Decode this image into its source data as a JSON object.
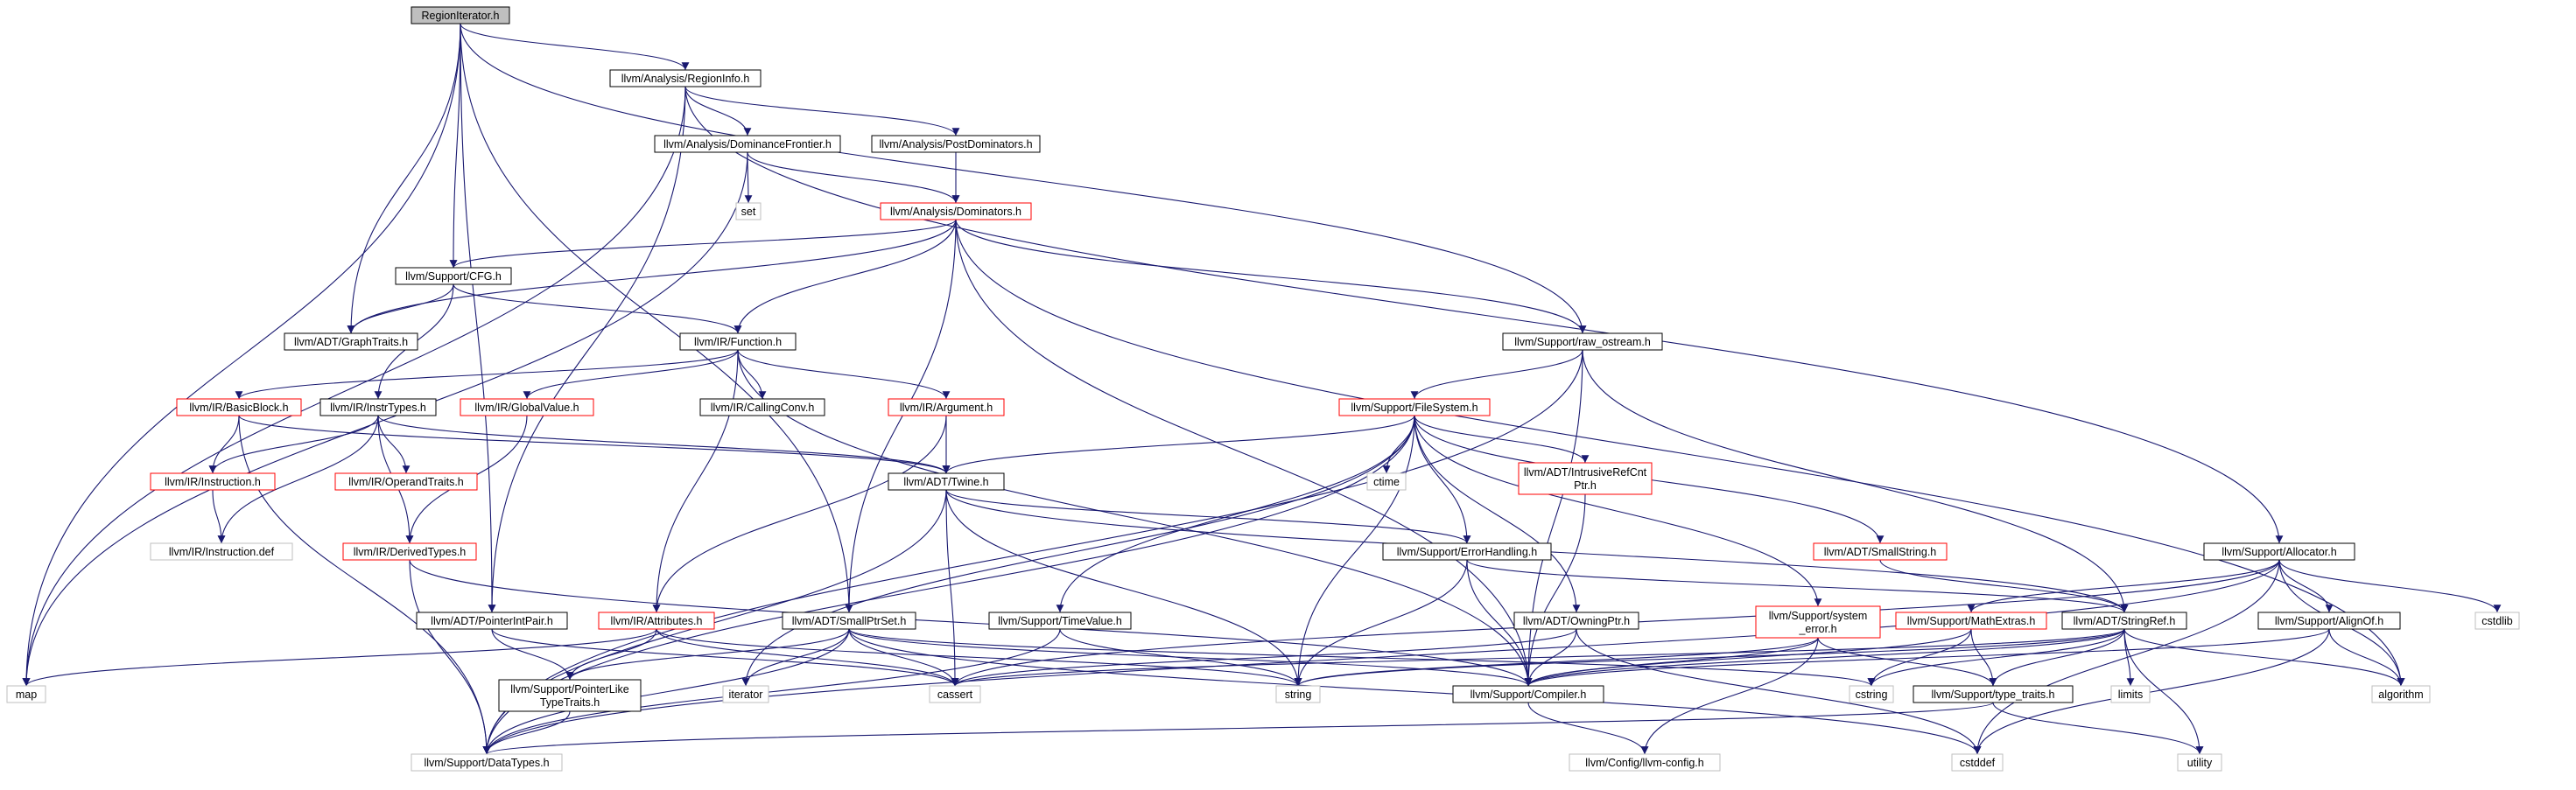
{
  "nodes": [
    {
      "id": "regioniterator",
      "lines": [
        "RegionIterator.h"
      ],
      "style": "root"
    },
    {
      "id": "regioninfo",
      "lines": [
        "llvm/Analysis/RegionInfo.h"
      ],
      "style": "black"
    },
    {
      "id": "dominancefrontier",
      "lines": [
        "llvm/Analysis/DominanceFrontier.h"
      ],
      "style": "black"
    },
    {
      "id": "postdominators",
      "lines": [
        "llvm/Analysis/PostDominators.h"
      ],
      "style": "black"
    },
    {
      "id": "set",
      "lines": [
        "set"
      ],
      "style": "grey"
    },
    {
      "id": "dominators",
      "lines": [
        "llvm/Analysis/Dominators.h"
      ],
      "style": "red"
    },
    {
      "id": "cfg",
      "lines": [
        "llvm/Support/CFG.h"
      ],
      "style": "black"
    },
    {
      "id": "graphtraits",
      "lines": [
        "llvm/ADT/GraphTraits.h"
      ],
      "style": "black"
    },
    {
      "id": "function",
      "lines": [
        "llvm/IR/Function.h"
      ],
      "style": "black"
    },
    {
      "id": "raw_ostream",
      "lines": [
        "llvm/Support/raw_ostream.h"
      ],
      "style": "black"
    },
    {
      "id": "basicblock",
      "lines": [
        "llvm/IR/BasicBlock.h"
      ],
      "style": "red"
    },
    {
      "id": "instrtypes",
      "lines": [
        "llvm/IR/InstrTypes.h"
      ],
      "style": "black"
    },
    {
      "id": "globalvalue",
      "lines": [
        "llvm/IR/GlobalValue.h"
      ],
      "style": "red"
    },
    {
      "id": "callingconv",
      "lines": [
        "llvm/IR/CallingConv.h"
      ],
      "style": "black"
    },
    {
      "id": "argument",
      "lines": [
        "llvm/IR/Argument.h"
      ],
      "style": "red"
    },
    {
      "id": "filesystem",
      "lines": [
        "llvm/Support/FileSystem.h"
      ],
      "style": "red"
    },
    {
      "id": "instruction",
      "lines": [
        "llvm/IR/Instruction.h"
      ],
      "style": "red"
    },
    {
      "id": "operandtraits",
      "lines": [
        "llvm/IR/OperandTraits.h"
      ],
      "style": "red"
    },
    {
      "id": "twine",
      "lines": [
        "llvm/ADT/Twine.h"
      ],
      "style": "black"
    },
    {
      "id": "ctime",
      "lines": [
        "ctime"
      ],
      "style": "grey"
    },
    {
      "id": "intrusiverefcntptr",
      "lines": [
        "llvm/ADT/IntrusiveRefCnt",
        "Ptr.h"
      ],
      "style": "red"
    },
    {
      "id": "instructiondef",
      "lines": [
        "llvm/IR/Instruction.def"
      ],
      "style": "grey"
    },
    {
      "id": "derivedtypes",
      "lines": [
        "llvm/IR/DerivedTypes.h"
      ],
      "style": "red"
    },
    {
      "id": "errorhandling",
      "lines": [
        "llvm/Support/ErrorHandling.h"
      ],
      "style": "black"
    },
    {
      "id": "smallstring",
      "lines": [
        "llvm/ADT/SmallString.h"
      ],
      "style": "red"
    },
    {
      "id": "allocator",
      "lines": [
        "llvm/Support/Allocator.h"
      ],
      "style": "black"
    },
    {
      "id": "pointerintpair",
      "lines": [
        "llvm/ADT/PointerIntPair.h"
      ],
      "style": "black"
    },
    {
      "id": "attributes",
      "lines": [
        "llvm/IR/Attributes.h"
      ],
      "style": "red"
    },
    {
      "id": "smallptrset",
      "lines": [
        "llvm/ADT/SmallPtrSet.h"
      ],
      "style": "black"
    },
    {
      "id": "timevalue",
      "lines": [
        "llvm/Support/TimeValue.h"
      ],
      "style": "black"
    },
    {
      "id": "owningptr",
      "lines": [
        "llvm/ADT/OwningPtr.h"
      ],
      "style": "black"
    },
    {
      "id": "system_error",
      "lines": [
        "llvm/Support/system",
        "_error.h"
      ],
      "style": "red"
    },
    {
      "id": "mathextras",
      "lines": [
        "llvm/Support/MathExtras.h"
      ],
      "style": "red"
    },
    {
      "id": "stringref",
      "lines": [
        "llvm/ADT/StringRef.h"
      ],
      "style": "black"
    },
    {
      "id": "alignof",
      "lines": [
        "llvm/Support/AlignOf.h"
      ],
      "style": "black"
    },
    {
      "id": "cstdlib",
      "lines": [
        "cstdlib"
      ],
      "style": "grey"
    },
    {
      "id": "map",
      "lines": [
        "map"
      ],
      "style": "grey"
    },
    {
      "id": "pointerliketypetraits",
      "lines": [
        "llvm/Support/PointerLike",
        "TypeTraits.h"
      ],
      "style": "black"
    },
    {
      "id": "iterator",
      "lines": [
        "iterator"
      ],
      "style": "grey"
    },
    {
      "id": "cassert",
      "lines": [
        "cassert"
      ],
      "style": "grey"
    },
    {
      "id": "string",
      "lines": [
        "string"
      ],
      "style": "grey"
    },
    {
      "id": "compiler",
      "lines": [
        "llvm/Support/Compiler.h"
      ],
      "style": "black"
    },
    {
      "id": "cstring",
      "lines": [
        "cstring"
      ],
      "style": "grey"
    },
    {
      "id": "type_traits",
      "lines": [
        "llvm/Support/type_traits.h"
      ],
      "style": "black"
    },
    {
      "id": "limits",
      "lines": [
        "limits"
      ],
      "style": "grey"
    },
    {
      "id": "algorithm",
      "lines": [
        "algorithm"
      ],
      "style": "grey"
    },
    {
      "id": "datatypes",
      "lines": [
        "llvm/Support/DataTypes.h"
      ],
      "style": "grey"
    },
    {
      "id": "llvmconfig",
      "lines": [
        "llvm/Config/llvm-config.h"
      ],
      "style": "grey"
    },
    {
      "id": "cstddef",
      "lines": [
        "cstddef"
      ],
      "style": "grey"
    },
    {
      "id": "utility",
      "lines": [
        "utility"
      ],
      "style": "grey"
    }
  ],
  "edges": [
    [
      "regioniterator",
      "regioninfo"
    ],
    [
      "regioniterator",
      "graphtraits"
    ],
    [
      "regioniterator",
      "cfg"
    ],
    [
      "regioniterator",
      "smallptrset"
    ],
    [
      "regioniterator",
      "raw_ostream"
    ],
    [
      "regioniterator",
      "pointerintpair"
    ],
    [
      "regioniterator",
      "map"
    ],
    [
      "regioninfo",
      "dominancefrontier"
    ],
    [
      "regioninfo",
      "postdominators"
    ],
    [
      "regioninfo",
      "pointerintpair"
    ],
    [
      "regioninfo",
      "allocator"
    ],
    [
      "regioninfo",
      "map"
    ],
    [
      "dominancefrontier",
      "dominators"
    ],
    [
      "dominancefrontier",
      "set"
    ],
    [
      "dominancefrontier",
      "map"
    ],
    [
      "postdominators",
      "dominators"
    ],
    [
      "dominators",
      "cfg"
    ],
    [
      "dominators",
      "graphtraits"
    ],
    [
      "dominators",
      "function"
    ],
    [
      "dominators",
      "raw_ostream"
    ],
    [
      "dominators",
      "smallptrset"
    ],
    [
      "dominators",
      "compiler"
    ],
    [
      "dominators",
      "algorithm"
    ],
    [
      "cfg",
      "graphtraits"
    ],
    [
      "cfg",
      "function"
    ],
    [
      "cfg",
      "instrtypes"
    ],
    [
      "function",
      "basicblock"
    ],
    [
      "function",
      "globalvalue"
    ],
    [
      "function",
      "callingconv"
    ],
    [
      "function",
      "argument"
    ],
    [
      "function",
      "attributes"
    ],
    [
      "function",
      "compiler"
    ],
    [
      "raw_ostream",
      "filesystem"
    ],
    [
      "raw_ostream",
      "compiler"
    ],
    [
      "raw_ostream",
      "stringref"
    ],
    [
      "raw_ostream",
      "datatypes"
    ],
    [
      "basicblock",
      "instruction"
    ],
    [
      "basicblock",
      "twine"
    ],
    [
      "basicblock",
      "datatypes"
    ],
    [
      "instrtypes",
      "instruction"
    ],
    [
      "instrtypes",
      "operandtraits"
    ],
    [
      "instrtypes",
      "derivedtypes"
    ],
    [
      "instrtypes",
      "twine"
    ],
    [
      "instrtypes",
      "instructiondef"
    ],
    [
      "globalvalue",
      "derivedtypes"
    ],
    [
      "argument",
      "twine"
    ],
    [
      "argument",
      "attributes"
    ],
    [
      "instruction",
      "instructiondef"
    ],
    [
      "filesystem",
      "twine"
    ],
    [
      "filesystem",
      "ctime"
    ],
    [
      "filesystem",
      "intrusiverefcntptr"
    ],
    [
      "filesystem",
      "smallstring"
    ],
    [
      "filesystem",
      "errorhandling"
    ],
    [
      "filesystem",
      "owningptr"
    ],
    [
      "filesystem",
      "system_error"
    ],
    [
      "filesystem",
      "timevalue"
    ],
    [
      "filesystem",
      "iterator"
    ],
    [
      "filesystem",
      "string"
    ],
    [
      "filesystem",
      "datatypes"
    ],
    [
      "twine",
      "errorhandling"
    ],
    [
      "twine",
      "stringref"
    ],
    [
      "twine",
      "cassert"
    ],
    [
      "twine",
      "string"
    ],
    [
      "twine",
      "datatypes"
    ],
    [
      "derivedtypes",
      "compiler"
    ],
    [
      "derivedtypes",
      "datatypes"
    ],
    [
      "intrusiverefcntptr",
      "compiler"
    ],
    [
      "errorhandling",
      "stringref"
    ],
    [
      "errorhandling",
      "compiler"
    ],
    [
      "errorhandling",
      "string"
    ],
    [
      "smallstring",
      "stringref"
    ],
    [
      "allocator",
      "mathextras"
    ],
    [
      "allocator",
      "alignof"
    ],
    [
      "allocator",
      "cstdlib"
    ],
    [
      "allocator",
      "algorithm"
    ],
    [
      "allocator",
      "cassert"
    ],
    [
      "allocator",
      "cstddef"
    ],
    [
      "allocator",
      "datatypes"
    ],
    [
      "pointerintpair",
      "pointerliketypetraits"
    ],
    [
      "pointerintpair",
      "cassert"
    ],
    [
      "attributes",
      "pointerliketypetraits"
    ],
    [
      "attributes",
      "cassert"
    ],
    [
      "attributes",
      "map"
    ],
    [
      "attributes",
      "string"
    ],
    [
      "smallptrset",
      "pointerliketypetraits"
    ],
    [
      "smallptrset",
      "iterator"
    ],
    [
      "smallptrset",
      "cassert"
    ],
    [
      "smallptrset",
      "compiler"
    ],
    [
      "smallptrset",
      "cstring"
    ],
    [
      "smallptrset",
      "cstddef"
    ],
    [
      "smallptrset",
      "datatypes"
    ],
    [
      "timevalue",
      "string"
    ],
    [
      "timevalue",
      "datatypes"
    ],
    [
      "owningptr",
      "compiler"
    ],
    [
      "owningptr",
      "cassert"
    ],
    [
      "owningptr",
      "cstddef"
    ],
    [
      "system_error",
      "compiler"
    ],
    [
      "system_error",
      "string"
    ],
    [
      "system_error",
      "type_traits"
    ],
    [
      "system_error",
      "llvmconfig"
    ],
    [
      "mathextras",
      "compiler"
    ],
    [
      "mathextras",
      "type_traits"
    ],
    [
      "mathextras",
      "cstring"
    ],
    [
      "stringref",
      "compiler"
    ],
    [
      "stringref",
      "type_traits"
    ],
    [
      "stringref",
      "algorithm"
    ],
    [
      "stringref",
      "cassert"
    ],
    [
      "stringref",
      "cstring"
    ],
    [
      "stringref",
      "limits"
    ],
    [
      "stringref",
      "string"
    ],
    [
      "stringref",
      "utility"
    ],
    [
      "alignof",
      "compiler"
    ],
    [
      "alignof",
      "cstddef"
    ],
    [
      "alignof",
      "algorithm"
    ],
    [
      "pointerliketypetraits",
      "datatypes"
    ],
    [
      "compiler",
      "llvmconfig"
    ],
    [
      "type_traits",
      "datatypes"
    ],
    [
      "type_traits",
      "utility"
    ]
  ]
}
